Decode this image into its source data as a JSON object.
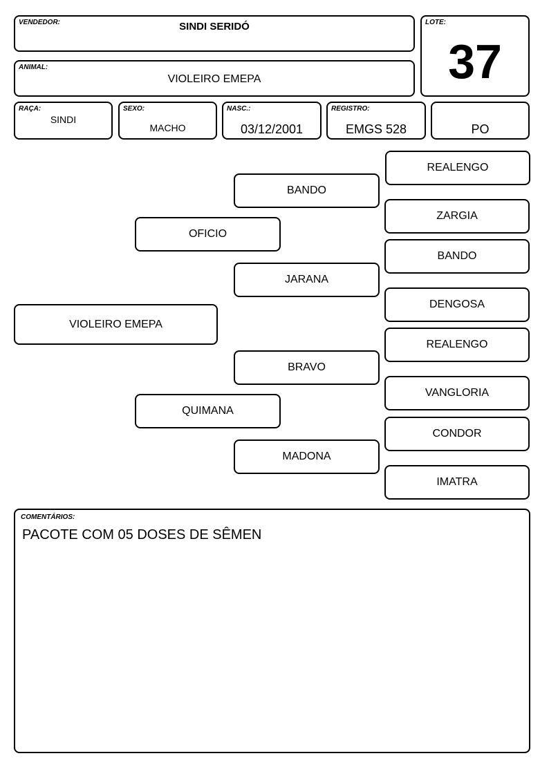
{
  "header": {
    "vendedor_label": "VENDEDOR:",
    "vendedor": "SINDI SERIDÓ",
    "lote_label": "LOTE:",
    "lote": "37",
    "animal_label": "ANIMAL:",
    "animal": "VIOLEIRO EMEPA"
  },
  "info": {
    "raca_label": "RAÇA:",
    "raca": "SINDI",
    "sexo_label": "SEXO:",
    "sexo": "MACHO",
    "nasc_label": "NASC.:",
    "nasc": "03/12/2001",
    "registro_label": "REGISTRO:",
    "registro": "EMGS 528",
    "tipo": "PO"
  },
  "pedigree": {
    "animal": "VIOLEIRO EMEPA",
    "sire": "OFICIO",
    "dam": "QUIMANA",
    "grandparents": [
      "BANDO",
      "JARANA",
      "BRAVO",
      "MADONA"
    ],
    "great_grandparents": [
      "REALENGO",
      "ZARGIA",
      "BANDO",
      "DENGOSA",
      "REALENGO",
      "VANGLORIA",
      "CONDOR",
      "IMATRA"
    ]
  },
  "comments": {
    "label": "COMENTÁRIOS:",
    "text": "PACOTE COM 05 DOSES DE SÊMEN"
  }
}
